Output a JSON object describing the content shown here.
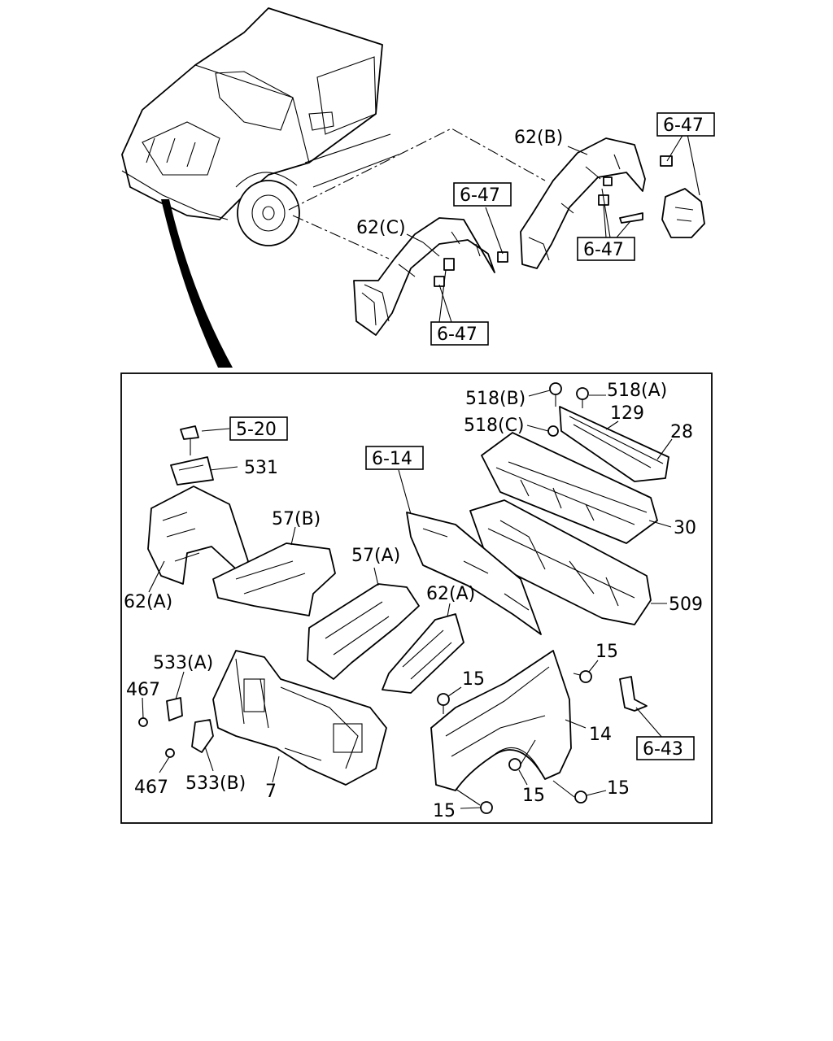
{
  "refs": {
    "r647_top_right": "6-47",
    "r647_mid": "6-47",
    "r647_bolts": "6-47",
    "r647_bottom": "6-47",
    "r520": "5-20",
    "r614": "6-14",
    "r643": "6-43"
  },
  "labels": {
    "l62b": "62(B)",
    "l62c": "62(C)",
    "l518b": "518(B)",
    "l518a": "518(A)",
    "l518c": "518(C)",
    "l129": "129",
    "l28": "28",
    "l30": "30",
    "l509": "509",
    "l531": "531",
    "l57b": "57(B)",
    "l57a": "57(A)",
    "l62a_left": "62(A)",
    "l62a_mid": "62(A)",
    "l533a": "533(A)",
    "l533b": "533(B)",
    "l467_top": "467",
    "l467_bottom": "467",
    "l7": "7",
    "l14": "14",
    "l15_a": "15",
    "l15_b": "15",
    "l15_c": "15",
    "l15_d": "15",
    "l15_e": "15"
  }
}
